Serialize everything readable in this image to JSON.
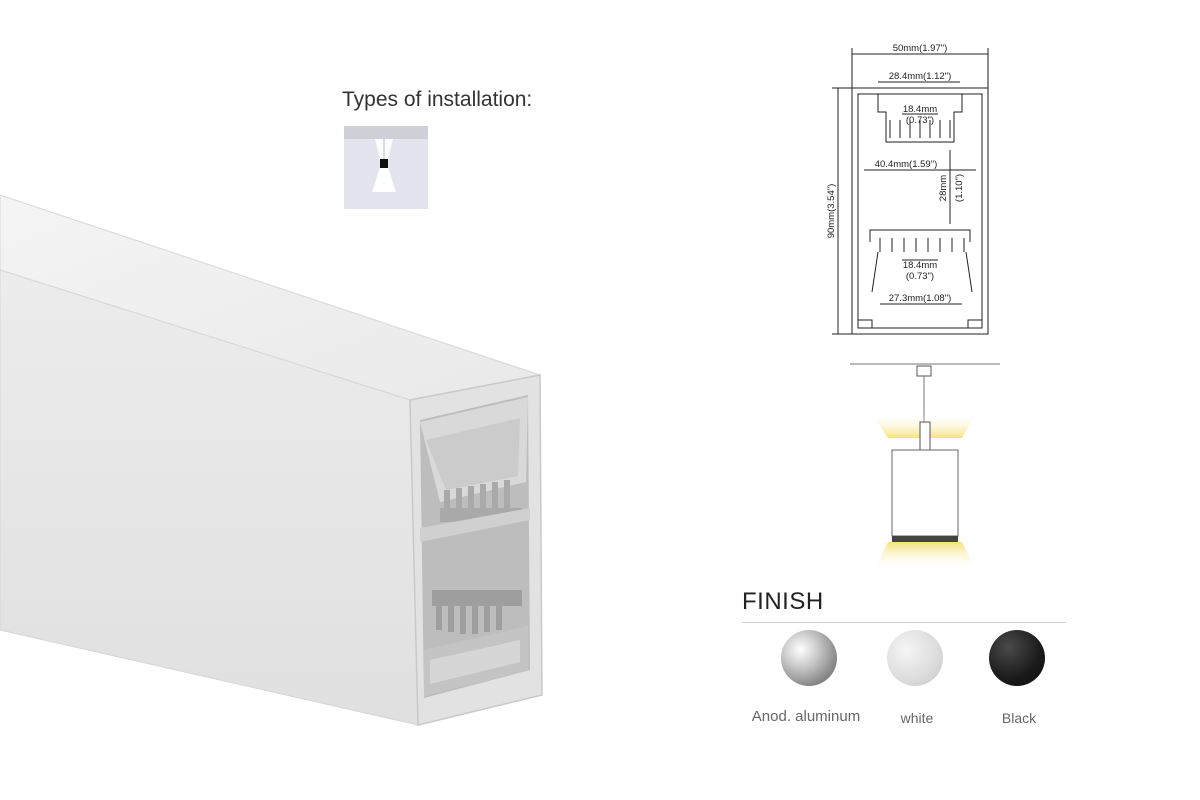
{
  "installation": {
    "title": "Types of installation:",
    "icon": "pendant-installation-icon"
  },
  "drawing": {
    "total_width": "50mm(1.97\")",
    "top_opening": "28.4mm(1.12\")",
    "upper_channel_line1": "18.4mm",
    "upper_channel_line2": "(0.73\")",
    "inner_width": "40.4mm(1.59\")",
    "inner_height_line1": "28mm",
    "inner_height_line2": "(1.10\")",
    "total_height": "90mm(3.54\")",
    "lower_channel_line1": "18.4mm",
    "lower_channel_line2": "(0.73\")",
    "bottom_opening": "27.3mm(1.08\")"
  },
  "finish": {
    "title": "FINISH",
    "options": [
      {
        "label": "Anod. aluminum",
        "color": "#9a9a9a"
      },
      {
        "label": "white",
        "color": "#dcdcdc"
      },
      {
        "label": "Black",
        "color": "#1a1a1a"
      }
    ]
  },
  "colors": {
    "light_glow": "#f6e27a",
    "profile_body": "#e6e6e6"
  }
}
